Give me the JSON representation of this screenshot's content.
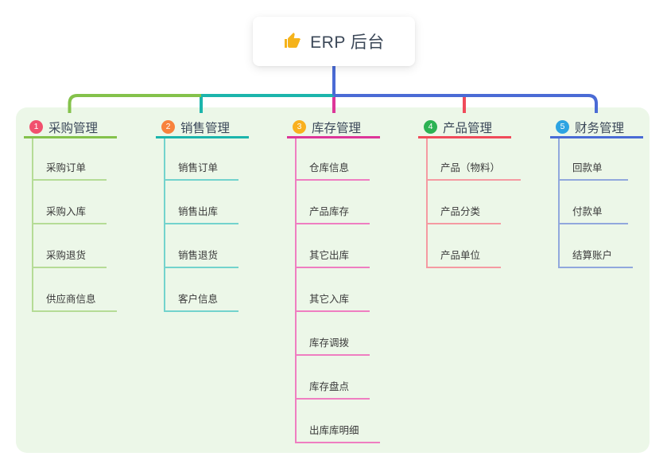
{
  "root": {
    "icon": "thumbs-up-icon",
    "title": "ERP 后台",
    "icon_color": "#f5b31b"
  },
  "canvas": {
    "background": "#ffffff",
    "panel_background": "#ecf7e8"
  },
  "connector_color": "#4a6bd5",
  "branches": [
    {
      "badge": "1",
      "title": "采购管理",
      "badge_color": "#f1506e",
      "line_color": "#84c24b",
      "child_line_color": "#b5dc96",
      "children": [
        "采购订单",
        "采购入库",
        "采购退货",
        "供应商信息"
      ]
    },
    {
      "badge": "2",
      "title": "销售管理",
      "badge_color": "#f8823c",
      "line_color": "#1cb5ac",
      "child_line_color": "#73d3cd",
      "children": [
        "销售订单",
        "销售出库",
        "销售退货",
        "客户信息"
      ]
    },
    {
      "badge": "3",
      "title": "库存管理",
      "badge_color": "#f9b01e",
      "line_color": "#dd3699",
      "child_line_color": "#ef7ec1",
      "children": [
        "仓库信息",
        "产品库存",
        "其它出库",
        "其它入库",
        "库存调拨",
        "库存盘点",
        "出库库明细"
      ]
    },
    {
      "badge": "4",
      "title": "产品管理",
      "badge_color": "#2cb253",
      "line_color": "#f04b5a",
      "child_line_color": "#f59aa2",
      "children": [
        "产品（物料）",
        "产品分类",
        "产品单位"
      ]
    },
    {
      "badge": "5",
      "title": "财务管理",
      "badge_color": "#2da4e2",
      "line_color": "#4a6bd5",
      "child_line_color": "#91a8dd",
      "children": [
        "回款单",
        "付款单",
        "结算账户"
      ]
    }
  ]
}
